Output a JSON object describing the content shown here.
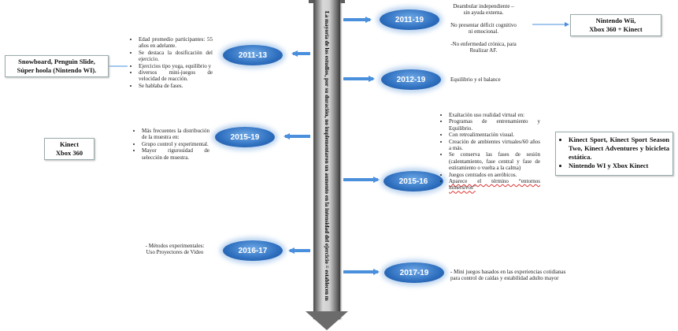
{
  "spine": {
    "label": "La mayoría de los estudios, por su duración, no implementaron un aumento en la intensidad del ejercicio = establecen metas"
  },
  "periods": {
    "p2011_19": "2011-19",
    "p2011_13": "2011-13",
    "p2012_19": "2012-19",
    "p2015_19": "2015-19",
    "p2015_16": "2015-16",
    "p2016_17": "2016-17",
    "p2017_19": "2017-19"
  },
  "boxes": {
    "nintendo_wii": [
      "Nintendo Wii,",
      "Xbox 360 + Kinect"
    ],
    "snowboard": [
      "Snowboard, Penguin Slide,",
      "Súper hoola (Nintendo WI)."
    ],
    "kinect_xbox": [
      "Kinect",
      "Xbox 360"
    ],
    "kinect_sport": [
      "Kinect Sport, Kinect Sport Season Two, Kinect Adventures y bicicleta estática.",
      "Nintendo WI y Xbox Kinect"
    ]
  },
  "notes": {
    "r2011_19": [
      "Deambular independiente –",
      "sin ayuda externa.",
      "No presentar déficit cognitivo",
      "ni emocional.",
      "-No enfermedad crónica, para",
      "Realizar AF."
    ],
    "l2011_13": [
      "Edad promedio participantes: 55 años en adelante.",
      "Se destaca la dosificación del ejercicio.",
      "Ejercicios tipo yoga, equilibrio y",
      "diversos mini-juegos de velocidad de reacción.",
      "Se hablaba de fases."
    ],
    "r2012_19": "Equilibrio y el balance",
    "l2015_19": [
      "Más frecuentes la distribución de la muestra en:",
      "Grupo control y experimental.",
      "Mayor rigurosidad de selección de muestra."
    ],
    "r2015_16": [
      "Exaltación uso realidad virtual en:",
      "Programas de entrenamiento y Equilibrio.",
      "Con retroalimentación visual.",
      "Creación de ambientes virtuales/60 años a más.",
      "Se conserva las fases de sesión (calentamiento, fase central y fase de estiramiento o vuelta a la calma)",
      "Juegos centrados en aeróbicos.",
      "Aparece el término “entornos inmersivos”"
    ],
    "l2016_17": [
      "- Métodos experimentales:",
      "Uso Proyectores de Video"
    ],
    "r2017_19": [
      "- Mini juegos basados en las experiencias cotidianas",
      "para control de caídas y estabilidad adulto mayor"
    ]
  },
  "colors": {
    "pill": "#2e6fbf",
    "arrow": "#4a8fdc",
    "spine_dark": "#4a4a4a"
  }
}
